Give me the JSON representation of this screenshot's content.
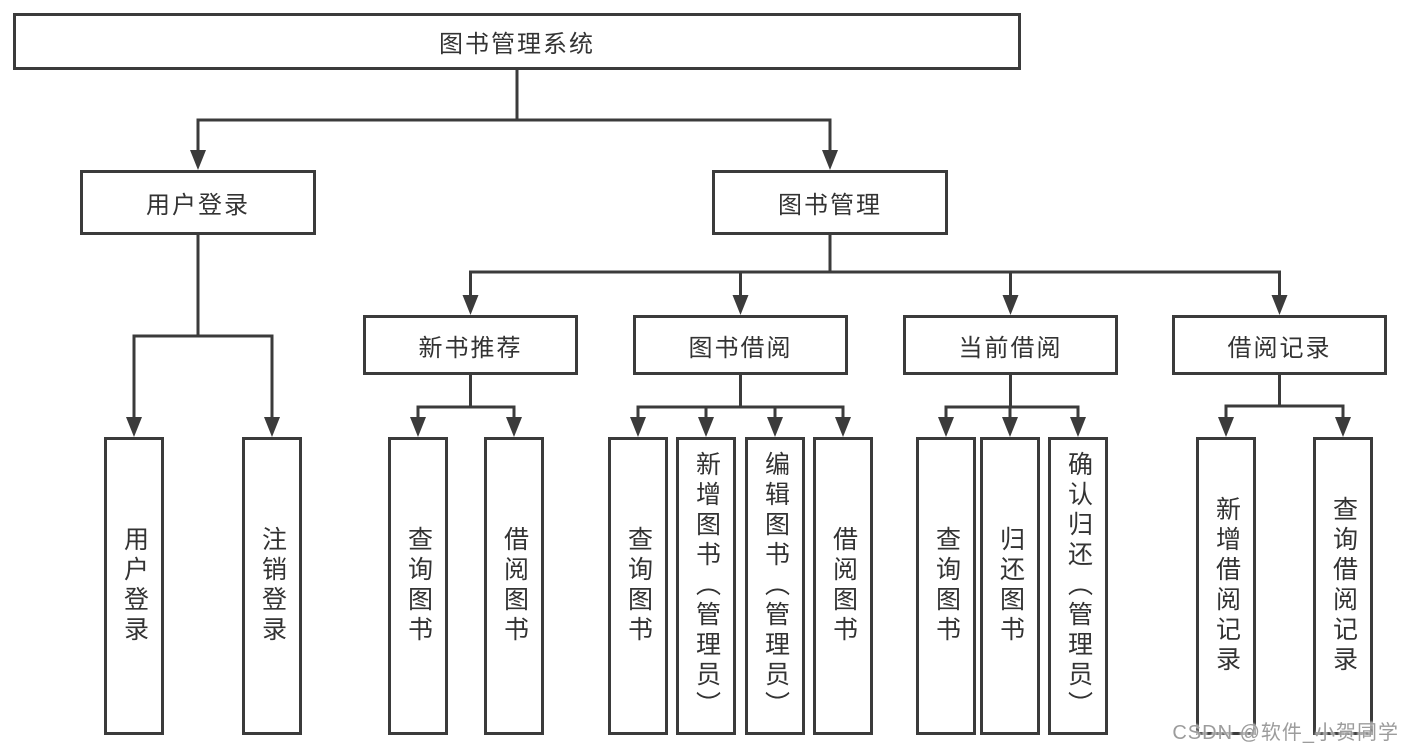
{
  "colors": {
    "line": "#3b3b3b",
    "text": "#333333",
    "background": "#ffffff",
    "watermark": "#9c9c9c"
  },
  "watermark": "CSDN @软件_小贺同学",
  "diagram": {
    "root": "图书管理系统",
    "branches": [
      {
        "label": "用户登录",
        "children": [
          "用户登录",
          "注销登录"
        ]
      },
      {
        "label": "图书管理",
        "groups": [
          {
            "label": "新书推荐",
            "children": [
              "查询图书",
              "借阅图书"
            ]
          },
          {
            "label": "图书借阅",
            "children": [
              "查询图书",
              "新增图书（管理员）",
              "编辑图书（管理员）",
              "借阅图书"
            ]
          },
          {
            "label": "当前借阅",
            "children": [
              "查询图书",
              "归还图书",
              "确认归还（管理员）"
            ]
          },
          {
            "label": "借阅记录",
            "children": [
              "新增借阅记录",
              "查询借阅记录"
            ]
          }
        ]
      }
    ]
  }
}
